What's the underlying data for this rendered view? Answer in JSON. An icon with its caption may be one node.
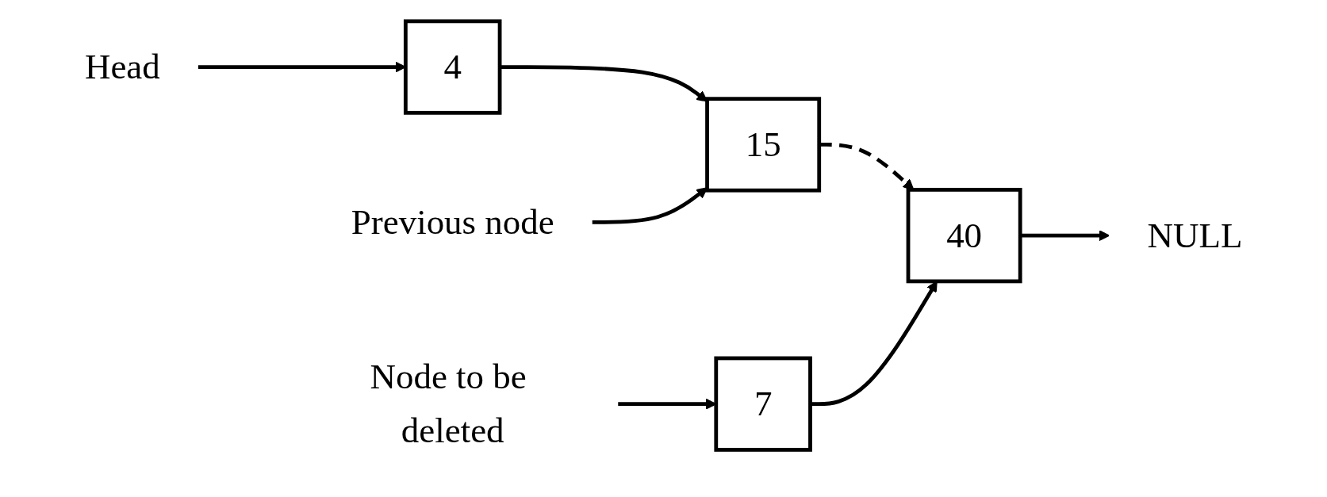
{
  "diagram": {
    "nodes": [
      {
        "text": [
          "4"
        ]
      },
      {
        "text": [
          "15"
        ]
      },
      {
        "text": [
          "7"
        ]
      },
      {
        "text": [
          "40"
        ]
      },
      {
        "text": [
          "NULL"
        ]
      },
      {
        "text": [
          "Head"
        ]
      },
      {
        "text": [
          "Previous node"
        ]
      },
      {
        "text": [
          "Node to be deleted"
        ]
      }
    ],
    "edges": [
      {
        "from": 0,
        "to": 1,
        "arrow": "to"
      },
      {
        "from": 1,
        "to": 3,
        "arrow": "to",
        "style": "dashed"
      },
      {
        "from": 2,
        "to": 3,
        "arrow": "to"
      },
      {
        "from": 3,
        "to": 4,
        "arrow": "to"
      },
      {
        "from": 5,
        "to": 0,
        "arrow": "to"
      },
      {
        "from": 6,
        "to": 1,
        "arrow": "to"
      },
      {
        "from": 7,
        "to": 2,
        "arrow": "to"
      }
    ]
  }
}
